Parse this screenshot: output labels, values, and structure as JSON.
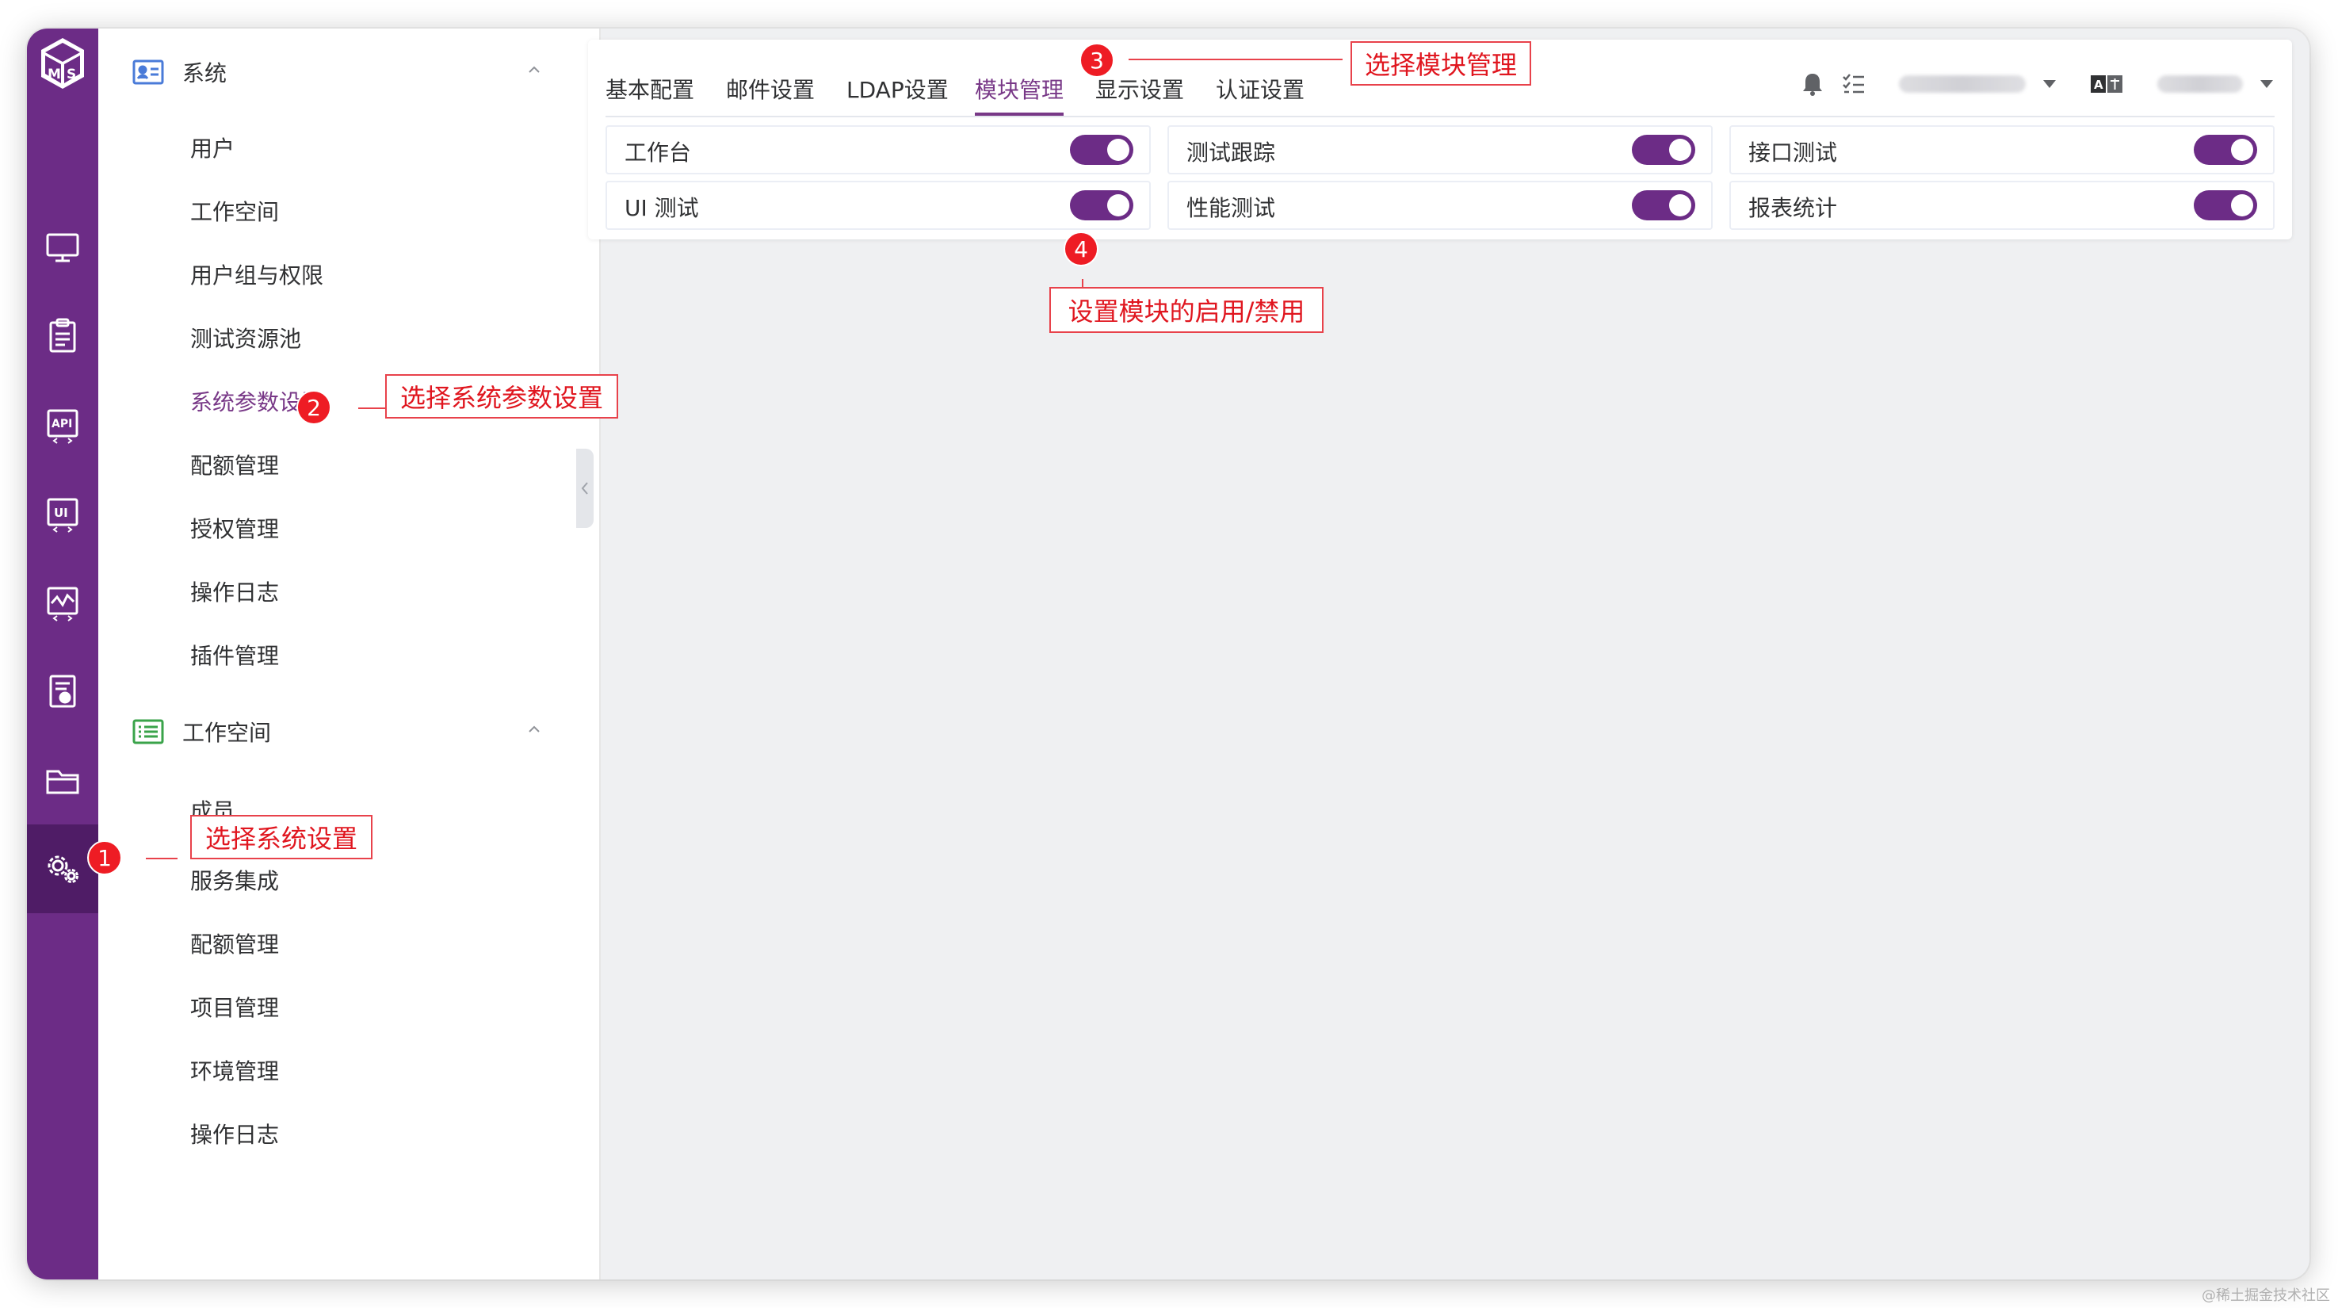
{
  "accent": "#783887",
  "rail": {
    "items": [
      {
        "name": "rail-monitor",
        "icon": "desktop-icon"
      },
      {
        "name": "rail-track",
        "icon": "clipboard-icon"
      },
      {
        "name": "rail-api",
        "icon": "api-icon",
        "text": "API"
      },
      {
        "name": "rail-ui",
        "icon": "ui-test-icon",
        "text": "UI"
      },
      {
        "name": "rail-performance",
        "icon": "performance-icon"
      },
      {
        "name": "rail-report",
        "icon": "report-icon"
      },
      {
        "name": "rail-project",
        "icon": "folder-icon"
      },
      {
        "name": "rail-settings",
        "icon": "gear-icon",
        "active": true
      }
    ]
  },
  "sidebar": {
    "system": {
      "title": "系统",
      "items": [
        "用户",
        "工作空间",
        "用户组与权限",
        "测试资源池",
        "系统参数设置",
        "配额管理",
        "授权管理",
        "操作日志",
        "插件管理"
      ],
      "active_index": 4
    },
    "workspace": {
      "title": "工作空间",
      "items": [
        "成员",
        "服务集成",
        "配额管理",
        "项目管理",
        "环境管理",
        "操作日志"
      ]
    }
  },
  "tabs": {
    "items": [
      "基本配置",
      "邮件设置",
      "LDAP设置",
      "模块管理",
      "显示设置",
      "认证设置"
    ],
    "active_index": 3
  },
  "modules": [
    {
      "label": "工作台",
      "enabled": true
    },
    {
      "label": "测试跟踪",
      "enabled": true
    },
    {
      "label": "接口测试",
      "enabled": true
    },
    {
      "label": "UI 测试",
      "enabled": true
    },
    {
      "label": "性能测试",
      "enabled": true
    },
    {
      "label": "报表统计",
      "enabled": true
    }
  ],
  "header_icons": [
    "bell-icon",
    "task-list-icon",
    "language-icon"
  ],
  "annotations": [
    {
      "num": "1",
      "text": "选择系统设置"
    },
    {
      "num": "2",
      "text": "选择系统参数设置"
    },
    {
      "num": "3",
      "text": "选择模块管理"
    },
    {
      "num": "4",
      "text": "设置模块的启用/禁用"
    }
  ],
  "watermark": "@稀土掘金技术社区"
}
